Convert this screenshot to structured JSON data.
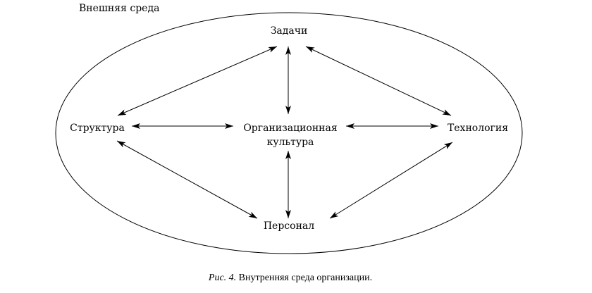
{
  "environment_label": "Внешняя среда",
  "nodes": {
    "tasks": "Задачи",
    "structure": "Структура",
    "culture_line1": "Организационная",
    "culture_line2": "культура",
    "technology": "Технология",
    "personnel": "Персонал"
  },
  "caption": {
    "prefix": "Рис. 4.",
    "text": " Внутренняя среда организации."
  }
}
